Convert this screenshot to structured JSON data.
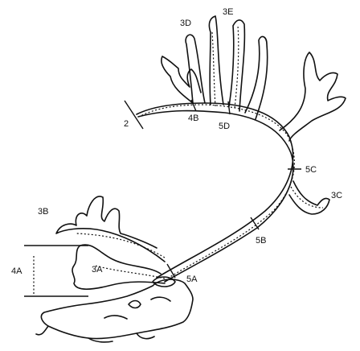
{
  "labels": {
    "l2": "2",
    "l3A": "3A",
    "l3B": "3B",
    "l3C": "3C",
    "l3D": "3D",
    "l3E": "3E",
    "l4A": "4A",
    "l4B": "4B",
    "l5A": "5A",
    "l5B": "5B",
    "l5C": "5C",
    "l5D": "5D"
  },
  "colors": {
    "ink": "#111111",
    "background": "#ffffff"
  }
}
